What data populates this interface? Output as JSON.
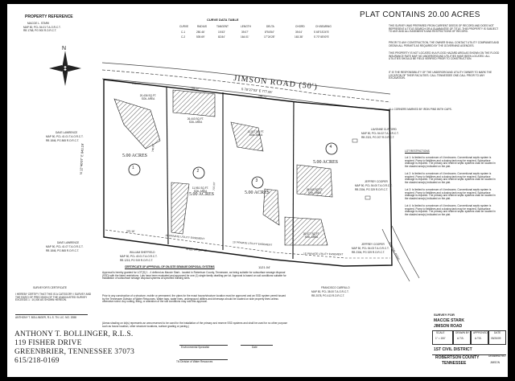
{
  "header": {
    "plat_title": "PLAT CONTAINS 20.00 ACRES",
    "property_ref_title": "PROPERTY REFERENCE",
    "property_ref_lines": [
      "MACCIE L. STARK",
      "MAP 50, PCL 54.01 T.A.O.R.C.T.",
      "RB 1768, PG 900 R.O.R.C.T."
    ]
  },
  "curve_table": {
    "title": "CURVE DATA TABLE",
    "headers": [
      "CURVE",
      "RADIUS",
      "TANGENT",
      "LENGTH",
      "DELTA",
      "CHORD",
      "CH.BEARING"
    ],
    "rows": [
      [
        "C-1",
        "250.46'",
        "19.53'",
        "39.07'",
        "8°54'54\"",
        "39.04'",
        "S 65°15'24\"E"
      ],
      [
        "C-2",
        "539.69'",
        "82.84'",
        "164.01'",
        "17°24'28\"",
        "163.38'",
        "S 70°45'00\"E"
      ]
    ]
  },
  "road": {
    "name": "JIMSON ROAD (50')",
    "bearing": "S 78°27'03\" E 777.65'"
  },
  "lots": [
    {
      "number": "1",
      "acres": "5.00 ACRES",
      "soil": "20,436 SQ.FT. SOIL AREA"
    },
    {
      "number": "2",
      "acres": "5.00 ACRES",
      "soil": "26,443 SQ.FT. SOIL AREA"
    },
    {
      "number": "3",
      "acres": "5.00 ACRES",
      "soil": "11,017 SQ.FT. SOIL AREA"
    },
    {
      "number": "4",
      "acres": "5.00 ACRES",
      "soil": "26,443 SQ.FT. SOIL AREA"
    }
  ],
  "extra_soil": [
    "11,951 SQ.FT. SOIL AREA",
    "20,477 SQ.FT. SOIL AREA"
  ],
  "bottom_line": {
    "bearing": "N 82°17'14\" W",
    "distance": "1121.04'"
  },
  "dims": {
    "left_side": "N 12°40'07\" E 843.19'",
    "left_bottom": "270.16'",
    "lot2_side": "740.69'",
    "lot3_side": "707.00'",
    "top_segments": [
      "286.77'",
      "194.22'",
      "196.71'"
    ]
  },
  "easements": [
    "15' PRIVATE UTILITY EASEMENT",
    "15' PRIVATE UTILITY EASEMENT",
    "15' PRIVATE UTILITY EASEMENT"
  ],
  "adjoiners": [
    {
      "lines": [
        "DAVE LAWRENCE",
        "MAP 50, PCL 41.01 T.A.O.R.C.T.",
        "RB 1846, PG 865 R.O.R.C.T."
      ]
    },
    {
      "lines": [
        "DAVE LAWRENCE",
        "MAP 50, PCL 41.07 T.A.O.R.C.T.",
        "RB 1846, PG 865 R.O.R.C.T."
      ]
    },
    {
      "lines": [
        "WILLIAM SHEFFIELD",
        "MAP 50, PCL 40.01 T.A.O.R.C.T.",
        "RB 1215, PG 919 R.O.R.C.T."
      ]
    },
    {
      "lines": [
        "LAVONNE CLIFFORD",
        "MAP 50, PCL 54.02 T.A.O.R.C.T.",
        "RB 2321, PG 207 R.O.R.C.T."
      ]
    },
    {
      "lines": [
        "JEFFREY COOPER",
        "MAP 50, PCL 54.00 T.A.O.R.C.T.",
        "RB 2304, PG 329 R.O.R.C.T."
      ]
    },
    {
      "lines": [
        "JEFFREY COOPER",
        "MAP 50, PCL 54.03 T.A.O.R.C.T.",
        "RB 2304, PG 329 R.O.R.C.T."
      ]
    },
    {
      "lines": [
        "FRANCISCO CARRILLO",
        "MAP 50, PCL 38.00 T.A.O.R.C.T.",
        "RB 2078, PG 413 R.O.R.C.T."
      ]
    }
  ],
  "side_road": "FEDERAL ROAD",
  "general_notes": [
    "THIS SURVEY WAS PREPARED FROM CURRENT DEEDS OF RECORD AND DOES NOT REPRESENT A TITLE SEARCH OR A GUARANTEE OF TITLE. THIS PROPERTY IS SUBJECT TO ANY AND ALL EASEMENTS AND RESTRICTIONS OF RECORD.",
    "PRIOR TO ANY CONSTRUCTION, THE OWNER SHALL CONTACT UTILITY COMPANIES AND OBTAIN ALL PERMITS AS REQUIRED BY THE GOVERNING AGENCIES.",
    "THIS PROPERTY IS NOT LOCATED IN A FLOOD HAZARD AREA AS SHOWN ON THE FLOOD INSURANCE RATE MAP. NO UNDERGROUND UTILITIES HAVE BEEN LOCATED. ALL UTILITIES SHOULD BE FIELD VERIFIED PRIOR TO CONSTRUCTION.",
    "IT IS THE RESPONSIBILITY OF THE UNDERGROUND UTILITY OWNER TO MARK THE LOCATION OF THEIR FACILITIES. CALL TENNESSEE ONE-CALL PRIOR TO ANY EXCAVATION.",
    "ALL CORNERS MARKED BY IRON PINS WITH CAPS."
  ],
  "lot_restrictions_title": "LOT RESTRICTIONS",
  "lot_restrictions": [
    "Lot 1: Is limited to a maximum of 4 bedrooms. Conventional septic system is required. Pump to fieldlines and a dosing tank may be required. Subsurface drainage is required. The primary and reserve septic systems shall be located in the shaded area(s) indicated on the plat.",
    "Lot 2: Is limited to a maximum of 4 bedrooms. Conventional septic system is required. Pump to fieldlines and a dosing tank may be required. Subsurface drainage is required. The primary and reserve septic systems shall be located in the shaded area(s) indicated on the plat.",
    "Lot 3: Is limited to a maximum of 4 bedrooms. Conventional septic system is required. Pump to fieldlines and a dosing tank may be required. Subsurface drainage is required. The primary and reserve septic systems shall be located in the shaded area(s) indicated on the plat.",
    "Lot 4: Is limited to a maximum of 4 bedrooms. Conventional septic system is required. Pump to fieldlines and a dosing tank may be required. Subsurface drainage is required. The primary and reserve septic systems shall be located in the shaded area(s) indicated on the plat."
  ],
  "septic_title": "CERTIFICATE OF APPROVAL OF ON-SITE SEWAGE DISPOSAL SYSTEMS",
  "septic_text": [
    "Approval is hereby granted for LOT(S) 1 - 4 defined as Maccie Stark - located in Robertson County, Tennessee, as being suitable for subsurface sewage disposal (SSD) with the listed restrictions. Lots have been evaluated and approved for one (1) single family dwelling per lot. Approval is based on soil conditions suitable for installation of subsurface sewage disposal systems at specified building sites.",
    "Prior to any construction of a structure, mobile or permanent, the plans for the exact house/structure location must be approved and an SSD system permit issued by the Tennessee Division of Water Resources. Water taps, water lines, underground utilities and driveways should be located on side property lines unless otherwise noted. Any cutting, filling, or alteration of the soil conditions may void this approval.",
    "(Areas shading on lot(s) represents an area reserved to be used for the installation of the primary and reserve SSD systems and shall be used for no other purpose such as house location, other structure locations, surface grading or paving.)"
  ],
  "env_specialist_label": "Environmental Specialist",
  "date_label": "Date",
  "division_label": "TN Division of Water Resources",
  "surveyor_cert_title": "SURVEYOR'S CERTIFICATE",
  "surveyor_cert_text": "I HEREBY CERTIFY THAT THIS IS A CATEGORY I SURVEY AND THE RATIO OF PRECISION OF THE UNADJUSTED SURVEY EXCEEDS 1 : 10,000 AS SHOWN HEREON.",
  "surveyor_sign_line": "ANTHONY T. BOLLINGER, R.L.S. TN. LIC. NO. 2088",
  "surveyor_block": [
    "ANTHONY T. BOLLINGER, R.L.S.",
    "119 FISHER DRIVE",
    "GREENBRIER, TENNESSEE 37073",
    "615/218-0169"
  ],
  "title_block": {
    "survey_for": "SURVEY FOR",
    "client": "MACCIE STARK",
    "road": "JIMSON ROAD",
    "scale_label": "SCALE",
    "scale": "1\" = 150'",
    "drawn_label": "DRAWN BY",
    "drawn": "A.T.B.",
    "approved_label": "APPROVED",
    "approved": "A.T.B.",
    "date_label": "DATE",
    "date": "05/26/09",
    "district": "1ST CIVIL DISTRICT",
    "county_line1": "ROBERTSON COUNTY",
    "county_line2": "TENNESSEE",
    "drawing_label": "DRAWING NO.",
    "drawing": "JIMSON"
  },
  "north_arrow_label": "N"
}
